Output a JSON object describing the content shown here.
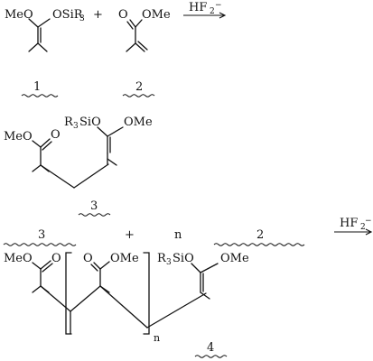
{
  "scheme": {
    "eq1": {
      "reactant_left_substituents": [
        "MeO",
        "OSiR",
        "3"
      ],
      "plus": "+",
      "reactant_right_substituents": [
        "O",
        "OMe"
      ],
      "catalyst": "HF",
      "catalyst_sub": "2",
      "catalyst_sup": "−",
      "label_1": "1",
      "label_2": "2"
    },
    "product_3": {
      "labels": [
        "MeO",
        "O",
        "R",
        "3",
        "SiO",
        "OMe"
      ],
      "label": "3"
    },
    "eq2": {
      "reactant_label": "3",
      "plus": "+",
      "n_label": "n",
      "reagent_label": "2",
      "catalyst": "HF",
      "catalyst_sub": "2",
      "catalyst_sup": "−",
      "polymer_labels": [
        "MeO",
        "O",
        "O",
        "OMe",
        "R",
        "3",
        "SiO",
        "OMe"
      ],
      "repeat_n": "n",
      "label_4": "4"
    }
  }
}
